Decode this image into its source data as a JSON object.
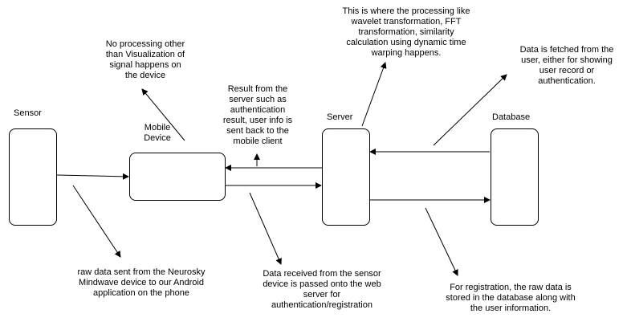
{
  "nodes": {
    "sensor": "Sensor",
    "mobile_device": "Mobile\nDevice",
    "server": "Server",
    "database": "Database"
  },
  "notes": {
    "mobile_processing": "No processing other\nthan Visualization of\nsignal happens on\nthe device",
    "server_processing": "This is where the processing like\nwavelet transformation, FFT\ntransformation, similarity\ncalculation using dynamic time\nwarping happens.",
    "db_fetch": "Data is fetched from the\nuser, either for showing\nuser record or\nauthentication.",
    "server_result": "Result from the\nserver such as\nauthentication\nresult, user info is\nsent back to the\nmobile client",
    "raw_data": "raw data sent from the Neurosky\nMindwave device to our Android\napplication on the phone",
    "data_received": "Data received from the sensor\ndevice is passed onto the web\nserver for\nauthentication/registration",
    "registration": "For registration, the raw data is\nstored in the database along with\nthe user information."
  }
}
